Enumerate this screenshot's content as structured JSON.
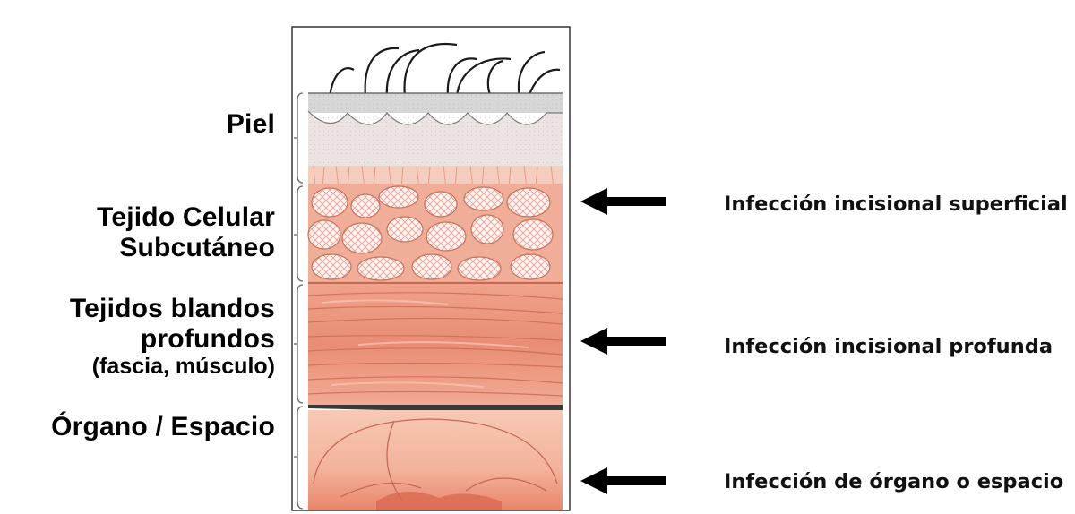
{
  "layers": {
    "skin": "Piel",
    "subcutaneous_line1": "Tejido Celular",
    "subcutaneous_line2": "Subcutáneo",
    "deep_line1": "Tejidos blandos",
    "deep_line2": "profundos",
    "deep_line3": "(fascia, músculo)",
    "organ": "Órgano / Espacio"
  },
  "infections": {
    "superficial": "Infección incisional superficial",
    "deep": "Infección incisional profunda",
    "organ_space": "Infección de órgano o espacio"
  },
  "colors": {
    "skin_top": "#d9d9d9",
    "dermis": "#ece6e4",
    "fat_background": "#f2b7a1",
    "fat_lobule": "#fbeeea",
    "muscle": "#ec9b85",
    "organ": "#f5bfa8",
    "arrow": "#000000"
  }
}
